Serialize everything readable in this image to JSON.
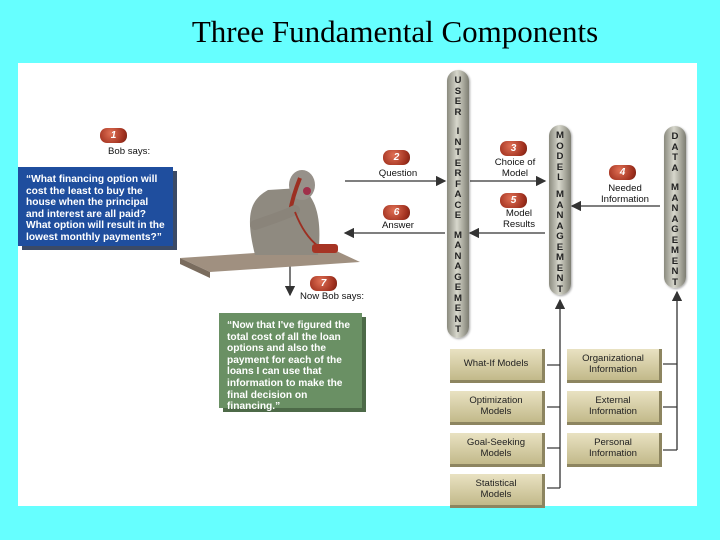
{
  "title": "Three Fundamental Components",
  "tubes": {
    "user_interface": [
      "U",
      "S",
      "E",
      "R",
      "",
      "I",
      "N",
      "T",
      "E",
      "R",
      "F",
      "A",
      "C",
      "E",
      "",
      "M",
      "A",
      "N",
      "A",
      "G",
      "E",
      "M",
      "E",
      "N",
      "T"
    ],
    "model": [
      "M",
      "O",
      "D",
      "E",
      "L",
      "",
      "M",
      "A",
      "N",
      "A",
      "G",
      "E",
      "M",
      "E",
      "N",
      "T"
    ],
    "data": [
      "D",
      "A",
      "T",
      "A",
      "",
      "M",
      "A",
      "N",
      "A",
      "G",
      "E",
      "M",
      "E",
      "N",
      "T"
    ]
  },
  "steps": {
    "s1": "1",
    "s2": "2",
    "s3": "3",
    "s4": "4",
    "s5": "5",
    "s6": "6",
    "s7": "7"
  },
  "labels": {
    "bob_says": "Bob says:",
    "question": "Question",
    "answer": "Answer",
    "choice_of_model": "Choice of\nModel",
    "model_results": "Model\nResults",
    "needed_information": "Needed\nInformation",
    "now_bob_says": "Now Bob says:"
  },
  "quotes": {
    "bob_question": "“What financing option will cost the least to buy the house when the principal and interest are all paid? What option will result in the lowest monthly payments?”",
    "bob_answer": "“Now that I've figured the total cost of all the loan options and also the payment for each of the loans I can use that information to make the final decision on financing.”"
  },
  "models": [
    "What-If Models",
    "Optimization\nModels",
    "Goal-Seeking\nModels",
    "Statistical\nModels"
  ],
  "information": [
    "Organizational\nInformation",
    "External\nInformation",
    "Personal\nInformation"
  ]
}
